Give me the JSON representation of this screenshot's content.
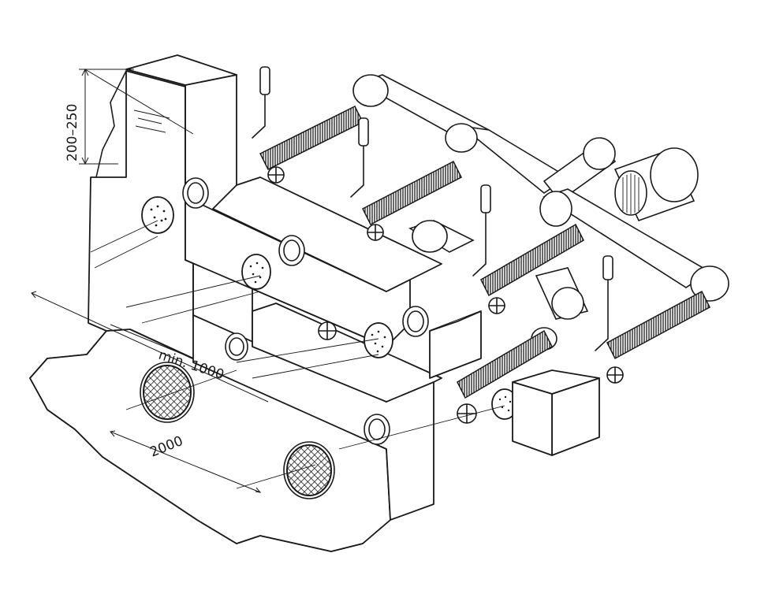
{
  "dimensions": {
    "height_range": "200–250",
    "min_distance": "min. 1000",
    "spacing": "2000"
  },
  "colors": {
    "line": "#1a1a1a",
    "background": "#ffffff"
  },
  "components": {
    "counterflow_units": 4,
    "floor_outlets": 2
  }
}
